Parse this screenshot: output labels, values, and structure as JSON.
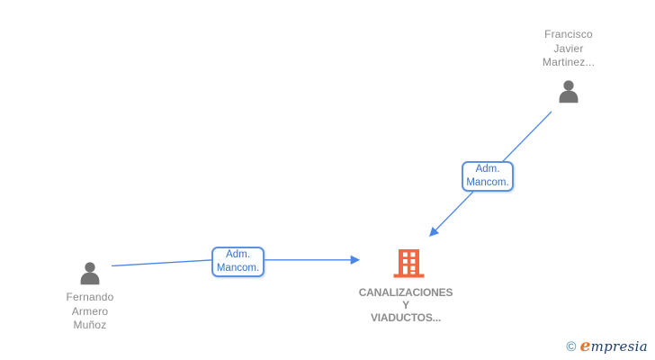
{
  "diagram": {
    "people": [
      {
        "id": "francisco",
        "lines": [
          "Francisco",
          "Javier",
          "Martinez..."
        ]
      },
      {
        "id": "fernando",
        "lines": [
          "Fernando",
          "Armero",
          "Muñoz"
        ]
      }
    ],
    "company": {
      "lines": [
        "CANALIZACIONES",
        "Y",
        "VIADUCTOS..."
      ]
    },
    "edges": [
      {
        "from": "francisco",
        "to": "company",
        "label_lines": [
          "Adm.",
          "Mancom."
        ]
      },
      {
        "from": "fernando",
        "to": "company",
        "label_lines": [
          "Adm.",
          "Mancom."
        ]
      }
    ],
    "icons": {
      "person": "person-silhouette",
      "company": "office-building"
    },
    "colors": {
      "edge": "#4a86e8",
      "label_border": "#5e92da",
      "label_text": "#3b6fc7",
      "person_icon": "#737373",
      "name_text": "#8a8a8a",
      "company_icon": "#f5683f",
      "company_text": "#8c8c8c"
    }
  },
  "footer": {
    "copyright_symbol": "©",
    "brand_initial": "e",
    "brand_rest": "mpresia"
  }
}
